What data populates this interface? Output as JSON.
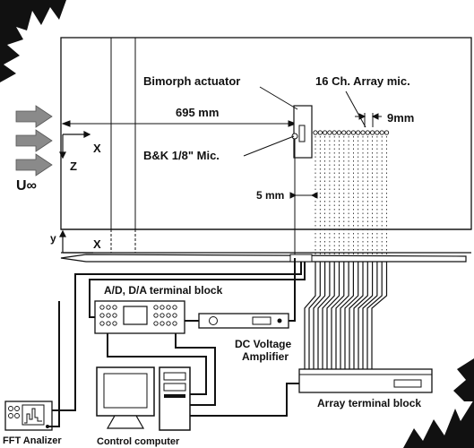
{
  "labels": {
    "bimorph": "Bimorph actuator",
    "array_mic": "16 Ch. Array mic.",
    "dist_695": "695 mm",
    "pitch_9": "9mm",
    "bk_mic": "B&K 1/8\" Mic.",
    "gap_5": "5 mm",
    "axis_x_top": "X",
    "axis_z": "Z",
    "u_inf": "U∞",
    "axis_y": "y",
    "axis_x_side": "X",
    "adda": "A/D, D/A terminal block",
    "dc_amp_1": "DC Voltage",
    "dc_amp_2": "Amplifier",
    "array_terminal": "Array terminal block",
    "fft": "FFT Analizer",
    "control": "Control computer"
  },
  "colors": {
    "ink": "#111111",
    "flow_arrow": "#8a8a8a",
    "background": "#ffffff"
  }
}
